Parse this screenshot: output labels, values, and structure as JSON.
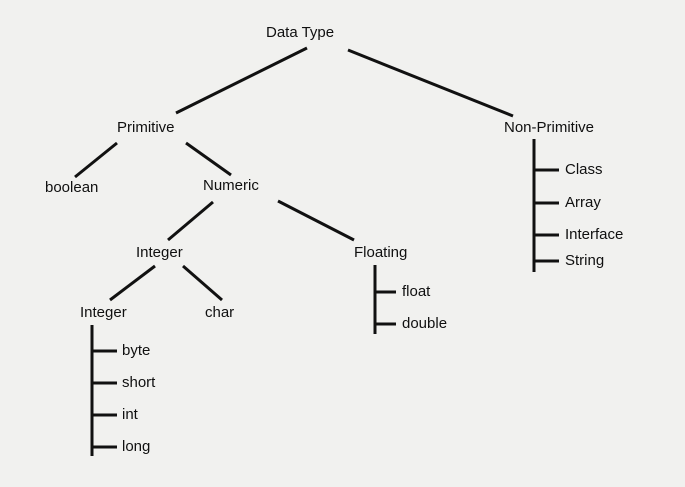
{
  "diagram": {
    "title": "Data Type",
    "type": "tree-hierarchy",
    "background_color": "#f1f1ef",
    "line_color": "#111111",
    "text_color": "#101010",
    "nodes": {
      "root": "Data Type",
      "primitive": "Primitive",
      "non_primitive": "Non-Primitive",
      "boolean": "boolean",
      "numeric": "Numeric",
      "integer_top": "Integer",
      "floating": "Floating",
      "integer_sub": "Integer",
      "char": "char",
      "byte": "byte",
      "short": "short",
      "int": "int",
      "long": "long",
      "float": "float",
      "double": "double",
      "class": "Class",
      "array": "Array",
      "interface": "Interface",
      "string": "String"
    },
    "branches": [
      {
        "parent": "Data Type",
        "children": [
          "Primitive",
          "Non-Primitive"
        ]
      },
      {
        "parent": "Primitive",
        "children": [
          "boolean",
          "Numeric"
        ]
      },
      {
        "parent": "Numeric",
        "children": [
          "Integer",
          "Floating"
        ]
      },
      {
        "parent": "Integer",
        "children": [
          "Integer",
          "char"
        ]
      },
      {
        "parent": "Integer",
        "children": [
          "byte",
          "short",
          "int",
          "long"
        ]
      },
      {
        "parent": "Floating",
        "children": [
          "float",
          "double"
        ]
      },
      {
        "parent": "Non-Primitive",
        "children": [
          "Class",
          "Array",
          "Interface",
          "String"
        ]
      }
    ]
  }
}
